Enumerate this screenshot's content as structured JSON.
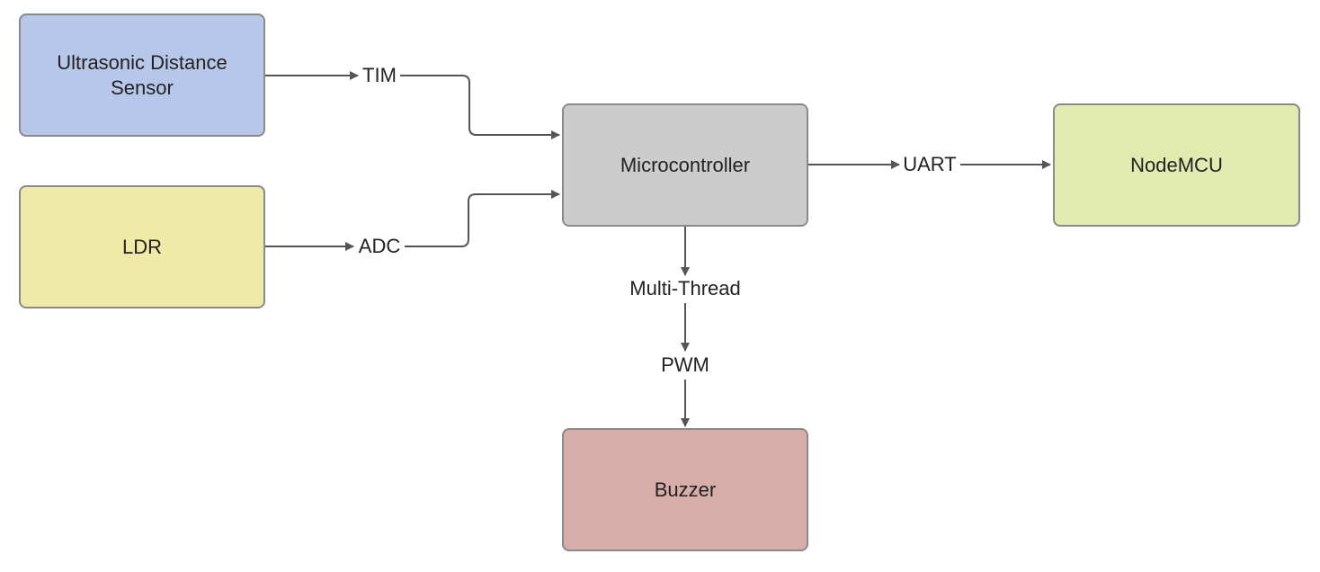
{
  "nodes": {
    "ultrasonic": {
      "label": "Ultrasonic Distance\nSensor",
      "color": "#b7c7ea"
    },
    "ldr": {
      "label": "LDR",
      "color": "#f0eaa8"
    },
    "microcontroller": {
      "label": "Microcontroller",
      "color": "#cccccc"
    },
    "nodemcu": {
      "label": "NodeMCU",
      "color": "#e1ebb0"
    },
    "buzzer": {
      "label": "Buzzer",
      "color": "#d6ada9"
    }
  },
  "edges": {
    "tim": "TIM",
    "adc": "ADC",
    "uart": "UART",
    "multithread": "Multi-Thread",
    "pwm": "PWM"
  },
  "colors": {
    "stroke": "#555555",
    "border": "#8a8a8a"
  }
}
